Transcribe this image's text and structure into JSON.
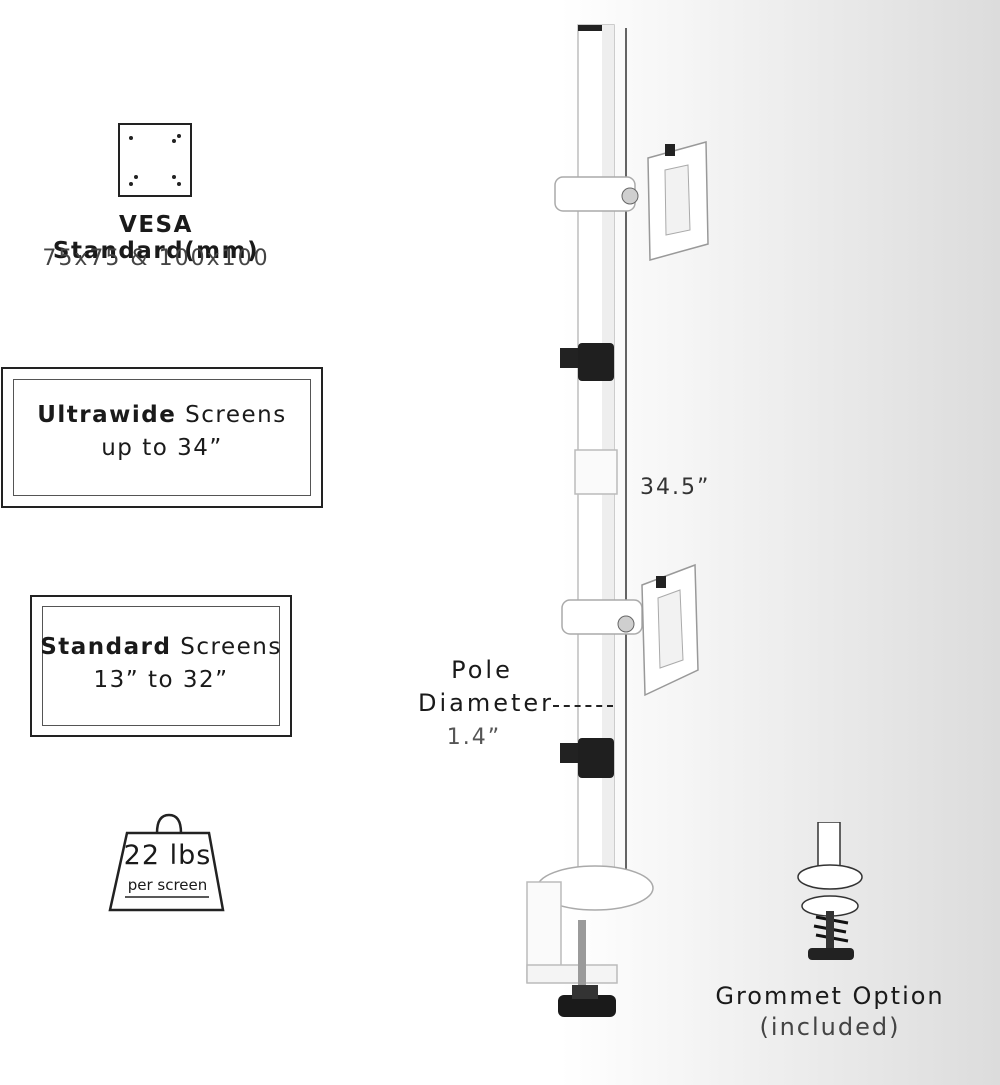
{
  "vesa": {
    "title": "VESA Standard(mm)",
    "subtitle": "75x75 & 100x100",
    "icon": "vesa-pattern-icon"
  },
  "ultrawide": {
    "bold": "Ultrawide",
    "rest": " Screens",
    "line2": "up to 34”"
  },
  "standard": {
    "bold": "Standard",
    "rest": " Screens",
    "line2": "13” to 32”"
  },
  "weight": {
    "value": "22 lbs",
    "unit": "per screen",
    "icon": "weight-icon"
  },
  "height_label": "34.5”",
  "pole": {
    "line1": "Pole",
    "line2": "Diameter",
    "line3": "1.4”"
  },
  "grommet": {
    "title": "Grommet Option",
    "subtitle": "(included)"
  },
  "colors": {
    "text": "#1a1a1a",
    "mount": "#ffffff",
    "clip": "#1f1f1f"
  }
}
